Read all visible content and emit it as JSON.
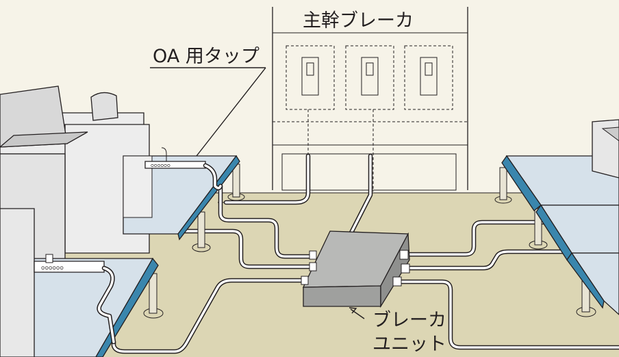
{
  "labels": {
    "main_breaker": "主幹ブレーカ",
    "oa_tap": "OA 用タップ",
    "breaker_unit_line1": "ブレーカ",
    "breaker_unit_line2": "ユニット"
  },
  "colors": {
    "floor": "#dcd6b4",
    "wall": "#f6f3e8",
    "desk_top": "#d6e1ea",
    "desk_edge": "#3a86ad",
    "desk_body": "#eeeeee",
    "breaker_unit": "#a9aaa8",
    "outline": "#231f20"
  },
  "icons": {
    "breaker_switch": "breaker-switch-icon",
    "power_strip": "power-strip-icon",
    "laptop": "laptop-icon",
    "support_post": "floor-support-icon"
  }
}
